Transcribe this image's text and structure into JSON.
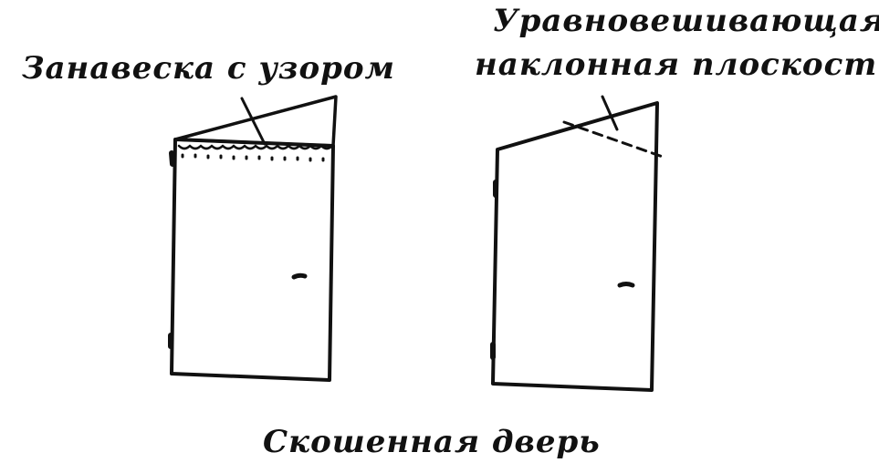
{
  "labels": {
    "curtain": "Занавеска с узором",
    "plane_line1": "Уравновешивающая",
    "plane_line2": "наклонная плоскость",
    "caption": "Скошенная дверь"
  },
  "colors": {
    "ink": "#111111",
    "paper": "#ffffff"
  }
}
